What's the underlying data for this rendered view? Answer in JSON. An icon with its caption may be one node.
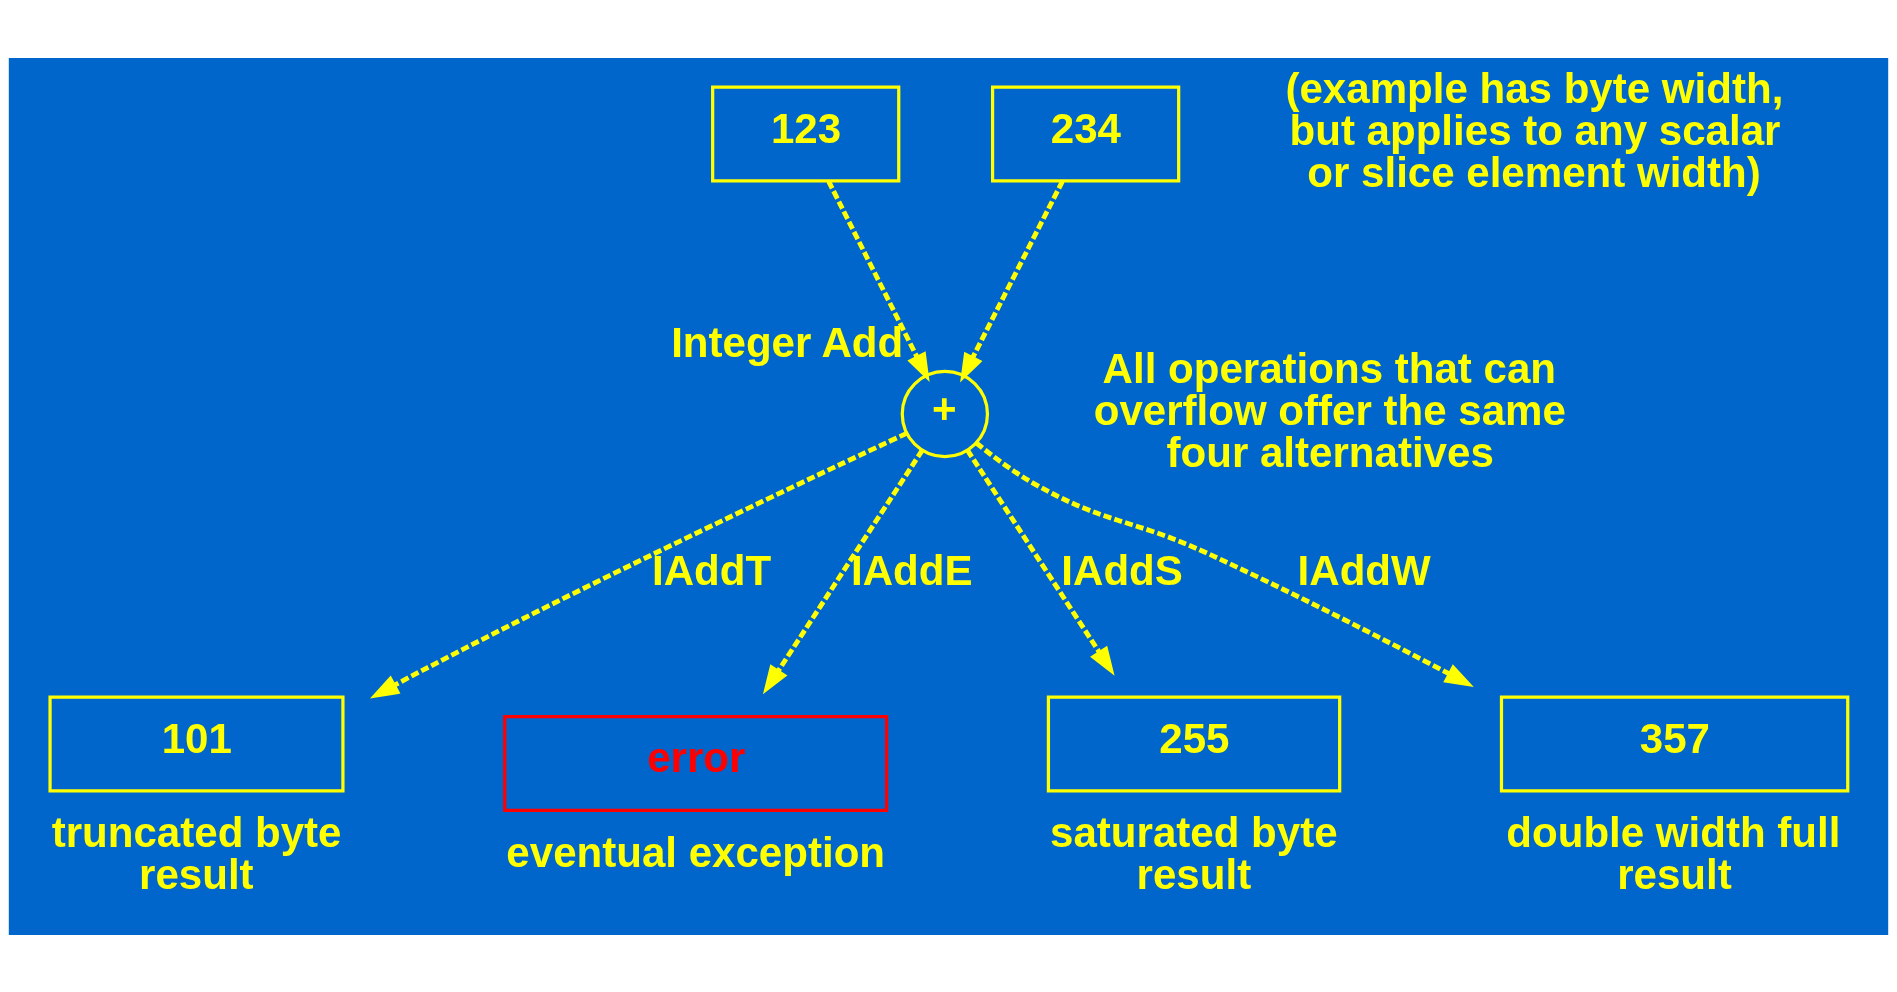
{
  "diagram": {
    "nodes": [
      {
        "text": [
          "123"
        ]
      },
      {
        "text": [
          "234"
        ]
      },
      {
        "text": [
          "+"
        ],
        "beside": [
          "Integer Add"
        ]
      },
      {
        "text": [
          "101"
        ],
        "beside": [
          "truncated byte result"
        ]
      },
      {
        "text": [
          "error"
        ],
        "beside": [
          "eventual exception"
        ]
      },
      {
        "text": [
          "255"
        ],
        "beside": [
          "saturated byte result"
        ]
      },
      {
        "text": [
          "357"
        ],
        "beside": [
          "double width full result"
        ]
      }
    ],
    "edges": [
      {
        "from": 0,
        "to": 2,
        "arrow": "to",
        "style": "dashed"
      },
      {
        "from": 1,
        "to": 2,
        "arrow": "to",
        "style": "dashed"
      },
      {
        "from": 2,
        "to": 3,
        "arrow": "to",
        "style": "dashed",
        "label": "IAddT"
      },
      {
        "from": 2,
        "to": 4,
        "arrow": "to",
        "style": "dashed",
        "label": "IAddE"
      },
      {
        "from": 2,
        "to": 5,
        "arrow": "to",
        "style": "dashed",
        "label": "IAddS"
      },
      {
        "from": 2,
        "to": 6,
        "arrow": "to",
        "style": "dashed",
        "label": "IAddW"
      }
    ],
    "labels": [
      "(example has byte width, but applies to any scalar or slice element width)",
      "All operations that can overflow offer the same four alternatives"
    ]
  }
}
